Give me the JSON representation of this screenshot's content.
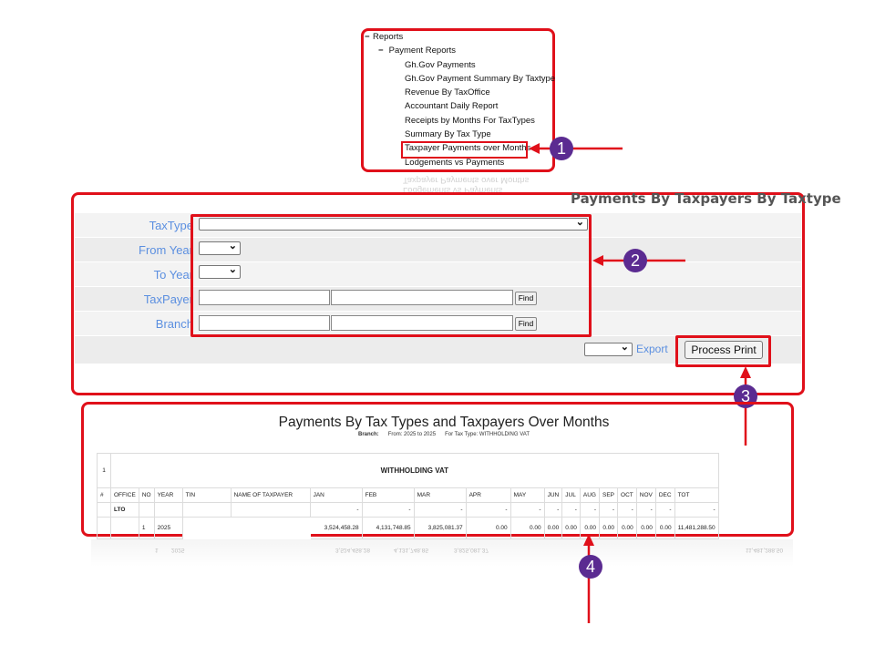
{
  "tree": {
    "root": "Reports",
    "group": "Payment Reports",
    "items": [
      "Gh.Gov Payments",
      "Gh.Gov Payment Summary By Taxtype",
      "Revenue By TaxOffice",
      "Accountant Daily Report",
      "Receipts by Months For TaxTypes",
      "Summary By Tax Type",
      "Taxpayer Payments over Months",
      "Lodgements vs Payments"
    ]
  },
  "badges": [
    "1",
    "2",
    "3",
    "4"
  ],
  "form": {
    "title": "Payments By Taxpayers By Taxtype",
    "labels": {
      "taxtype": "TaxType",
      "from_year": "From Year",
      "to_year": "To Year",
      "taxpayer": "TaxPayer",
      "branch": "Branch"
    },
    "find_label": "Find",
    "export_label": "Export",
    "process_print_label": "Process Print"
  },
  "report": {
    "title": "Payments By Tax Types and Taxpayers Over Months",
    "subtitle_branch": "Branch:",
    "subtitle_from": "From: 2025 to 2025",
    "subtitle_taxtype": "For Tax Type: WITHHOLDING VAT",
    "section_no": "1",
    "section_title": "WITHHOLDING VAT",
    "columns": [
      "#",
      "OFFICE",
      "NO",
      "YEAR",
      "TIN",
      "NAME OF TAXPAYER",
      "JAN",
      "FEB",
      "MAR",
      "APR",
      "MAY",
      "JUN",
      "JUL",
      "AUG",
      "SEP",
      "OCT",
      "NOV",
      "DEC",
      "TOT"
    ],
    "office_row": {
      "office": "LTO",
      "dash": "-"
    },
    "data_row": {
      "no": "1",
      "year": "2025",
      "jan": "3,524,458.28",
      "feb": "4,131,748.85",
      "mar": "3,825,081.37",
      "apr": "0.00",
      "may": "0.00",
      "jun": "0.00",
      "jul": "0.00",
      "aug": "0.00",
      "sep": "0.00",
      "oct": "0.00",
      "nov": "0.00",
      "dec": "0.00",
      "tot": "11,481,288.50"
    }
  },
  "colors": {
    "highlight": "#e0101a",
    "badge": "#5b2b91",
    "label_blue": "#5b8fe0"
  }
}
